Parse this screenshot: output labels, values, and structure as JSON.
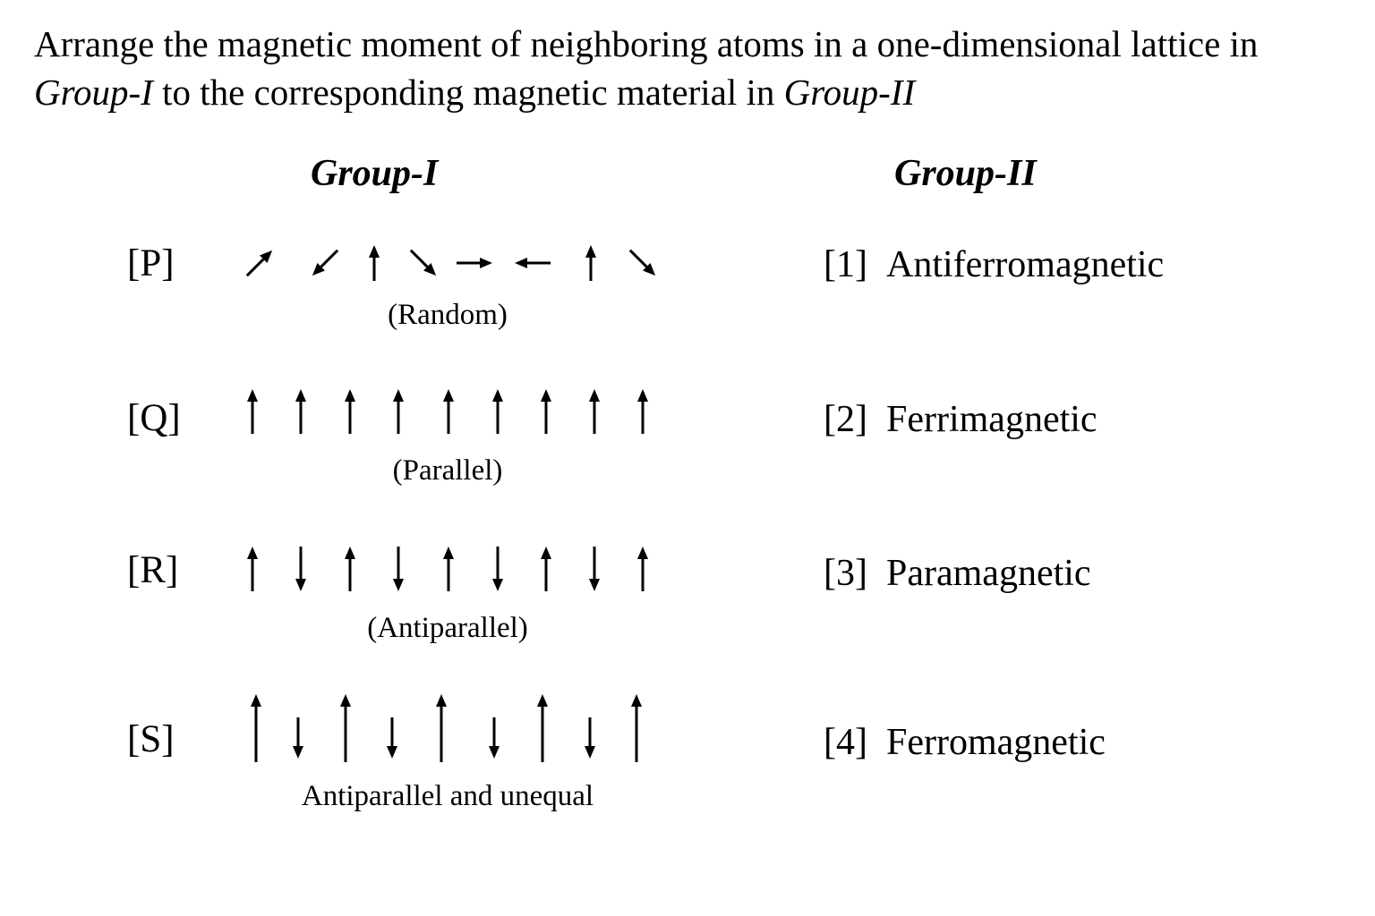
{
  "question": {
    "part1": "Arrange the magnetic moment of neighboring atoms in a one-dimensional lattice in",
    "group1_ref": "Group-I",
    "part2": " to the corresponding magnetic material in ",
    "group2_ref": "Group-II"
  },
  "group1": {
    "title": "Group-I",
    "rows": [
      {
        "label": "[P]",
        "caption": "(Random)",
        "arrows": [
          45,
          225,
          0,
          135,
          90,
          270,
          0,
          135
        ]
      },
      {
        "label": "[Q]",
        "caption": "(Parallel)",
        "arrows": [
          0,
          0,
          0,
          0,
          0,
          0,
          0,
          0,
          0
        ]
      },
      {
        "label": "[R]",
        "caption": "(Antiparallel)",
        "arrows": [
          0,
          180,
          0,
          180,
          0,
          180,
          0,
          180,
          0
        ]
      },
      {
        "label": "[S]",
        "caption": "Antiparallel and unequal",
        "arrows": [
          0,
          180,
          0,
          180,
          0,
          180,
          0,
          180,
          0
        ],
        "unequal": true
      }
    ]
  },
  "group2": {
    "title": "Group-II",
    "options": [
      {
        "num": "[1]",
        "text": "Antiferromagnetic"
      },
      {
        "num": "[2]",
        "text": "Ferrimagnetic"
      },
      {
        "num": "[3]",
        "text": "Paramagnetic"
      },
      {
        "num": "[4]",
        "text": "Ferromagnetic"
      }
    ]
  }
}
